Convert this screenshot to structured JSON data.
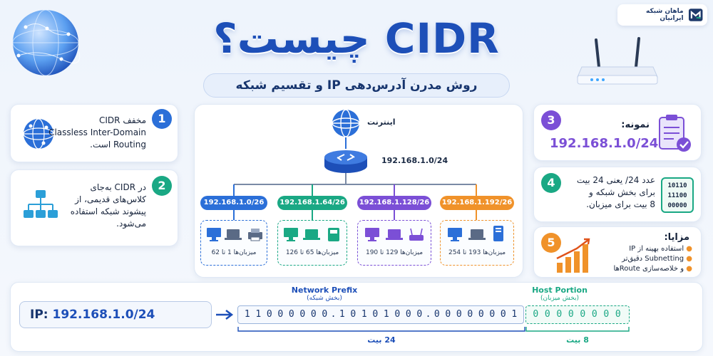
{
  "brand": {
    "name": "ماهان شبکه ایرانیان"
  },
  "header": {
    "title": "CIDR چیست؟",
    "subtitle": "روش مدرن آدرس‌دهی IP و تقسیم شبکه"
  },
  "left_cards": [
    {
      "number": "1",
      "text_lines": [
        "مخفف CIDR",
        "Classless Inter-Domain",
        "Routing است."
      ],
      "icon": "globe-network-icon"
    },
    {
      "number": "2",
      "text_lines": [
        "در CIDR به‌جای",
        "کلاس‌های قدیمی، از",
        "پیشوند شبکه استفاده",
        "می‌شود."
      ],
      "icon": "hierarchy-icon"
    }
  ],
  "right_cards": [
    {
      "number": "3",
      "label": "نمونه:",
      "value": "192.168.1.0/24",
      "icon": "clipboard-check-icon"
    },
    {
      "number": "4",
      "text_lines": [
        "عدد 24/ یعنی 24 بیت",
        "برای بخش شبکه و",
        "8 بیت برای میزبان."
      ],
      "binary": [
        "10110",
        "11100",
        "00000"
      ],
      "icon": "binary-icon"
    },
    {
      "number": "5",
      "label": "مزایا:",
      "items": [
        "استفاده بهینه از IP",
        "Subnetting دقیق‌تر",
        "و خلاصه‌سازی Routeها"
      ],
      "icon": "growth-chart-icon"
    }
  ],
  "diagram": {
    "internet_label": "اینترنت",
    "router_network": "192.168.1.0/24",
    "subnets": [
      {
        "network": "192.168.1.0/26",
        "hosts": "میزبان‌ها 1 تا 62",
        "color": "#2b6fd8"
      },
      {
        "network": "192.168.1.64/26",
        "hosts": "میزبان‌ها 65 تا 126",
        "color": "#1aa884"
      },
      {
        "network": "192.168.1.128/26",
        "hosts": "میزبان‌ها 129 تا 190",
        "color": "#7b4fd6"
      },
      {
        "network": "192.168.1.192/26",
        "hosts": "میزبان‌ها 193 تا 254",
        "color": "#f0922a"
      }
    ]
  },
  "binary_section": {
    "ip_label": "IP:",
    "ip_value": "192.168.1.0/24",
    "network_prefix_title": "Network Prefix",
    "network_prefix_sub": "(بخش شبکه)",
    "host_portion_title": "Host Portion",
    "host_portion_sub": "(بخش میزبان)",
    "network_bits": "11000000.10101000.00000001",
    "host_bits": "00000000",
    "network_bits_label": "24 بیت",
    "host_bits_label": "8 بیت"
  },
  "colors": {
    "primary": "#1d4fb8",
    "green": "#1aa884",
    "purple": "#7b4fd6",
    "orange": "#f0922a",
    "blue": "#2b6fd8"
  }
}
